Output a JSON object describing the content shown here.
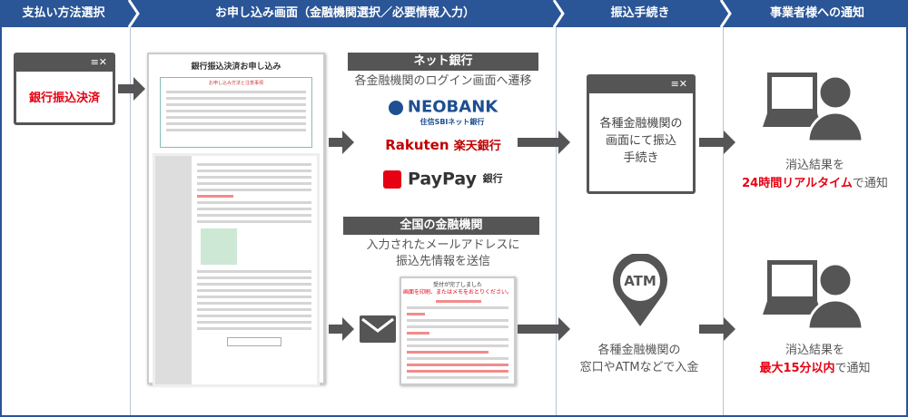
{
  "steps": [
    "支払い方法選択",
    "お申し込み画面（金融機関選択／必要情報入力）",
    "振込手続き",
    "事業者様への通知"
  ],
  "window_controls": "≡✕",
  "payment_method": "銀行振込決済",
  "form_mock": {
    "title": "銀行振込決済お申し込み",
    "notice_heading": "お申し込み方法と注意事項"
  },
  "net_bank": {
    "label": "ネット銀行",
    "desc": "各金融機関のログイン画面へ遷移",
    "banks": [
      {
        "name": "NEOBANK",
        "sub": "住信SBIネット銀行"
      },
      {
        "name": "Rakuten",
        "sub": "楽天銀行"
      },
      {
        "name": "PayPay",
        "sub": "銀行"
      }
    ]
  },
  "national": {
    "label": "全国の金融機関",
    "desc1": "入力されたメールアドレスに",
    "desc2": "振込先情報を送信"
  },
  "email_mock": {
    "title": "受付が完了しました",
    "warning": "画面を印刷、またはメモをおとりください。"
  },
  "transfer_net": {
    "line1": "各種金融機関の",
    "line2": "画面にて振込",
    "line3": "手続き"
  },
  "transfer_atm": {
    "icon": "ATM",
    "line1": "各種金融機関の",
    "line2": "窓口やATMなどで入金"
  },
  "notify1": {
    "line1": "消込結果を",
    "highlight": "24時間リアルタイム",
    "suffix": "で通知"
  },
  "notify2": {
    "line1": "消込結果を",
    "highlight": "最大15分以内",
    "suffix": "で通知"
  },
  "colors": {
    "header": "#2a5597",
    "accent": "#e60012",
    "gray": "#555555"
  }
}
